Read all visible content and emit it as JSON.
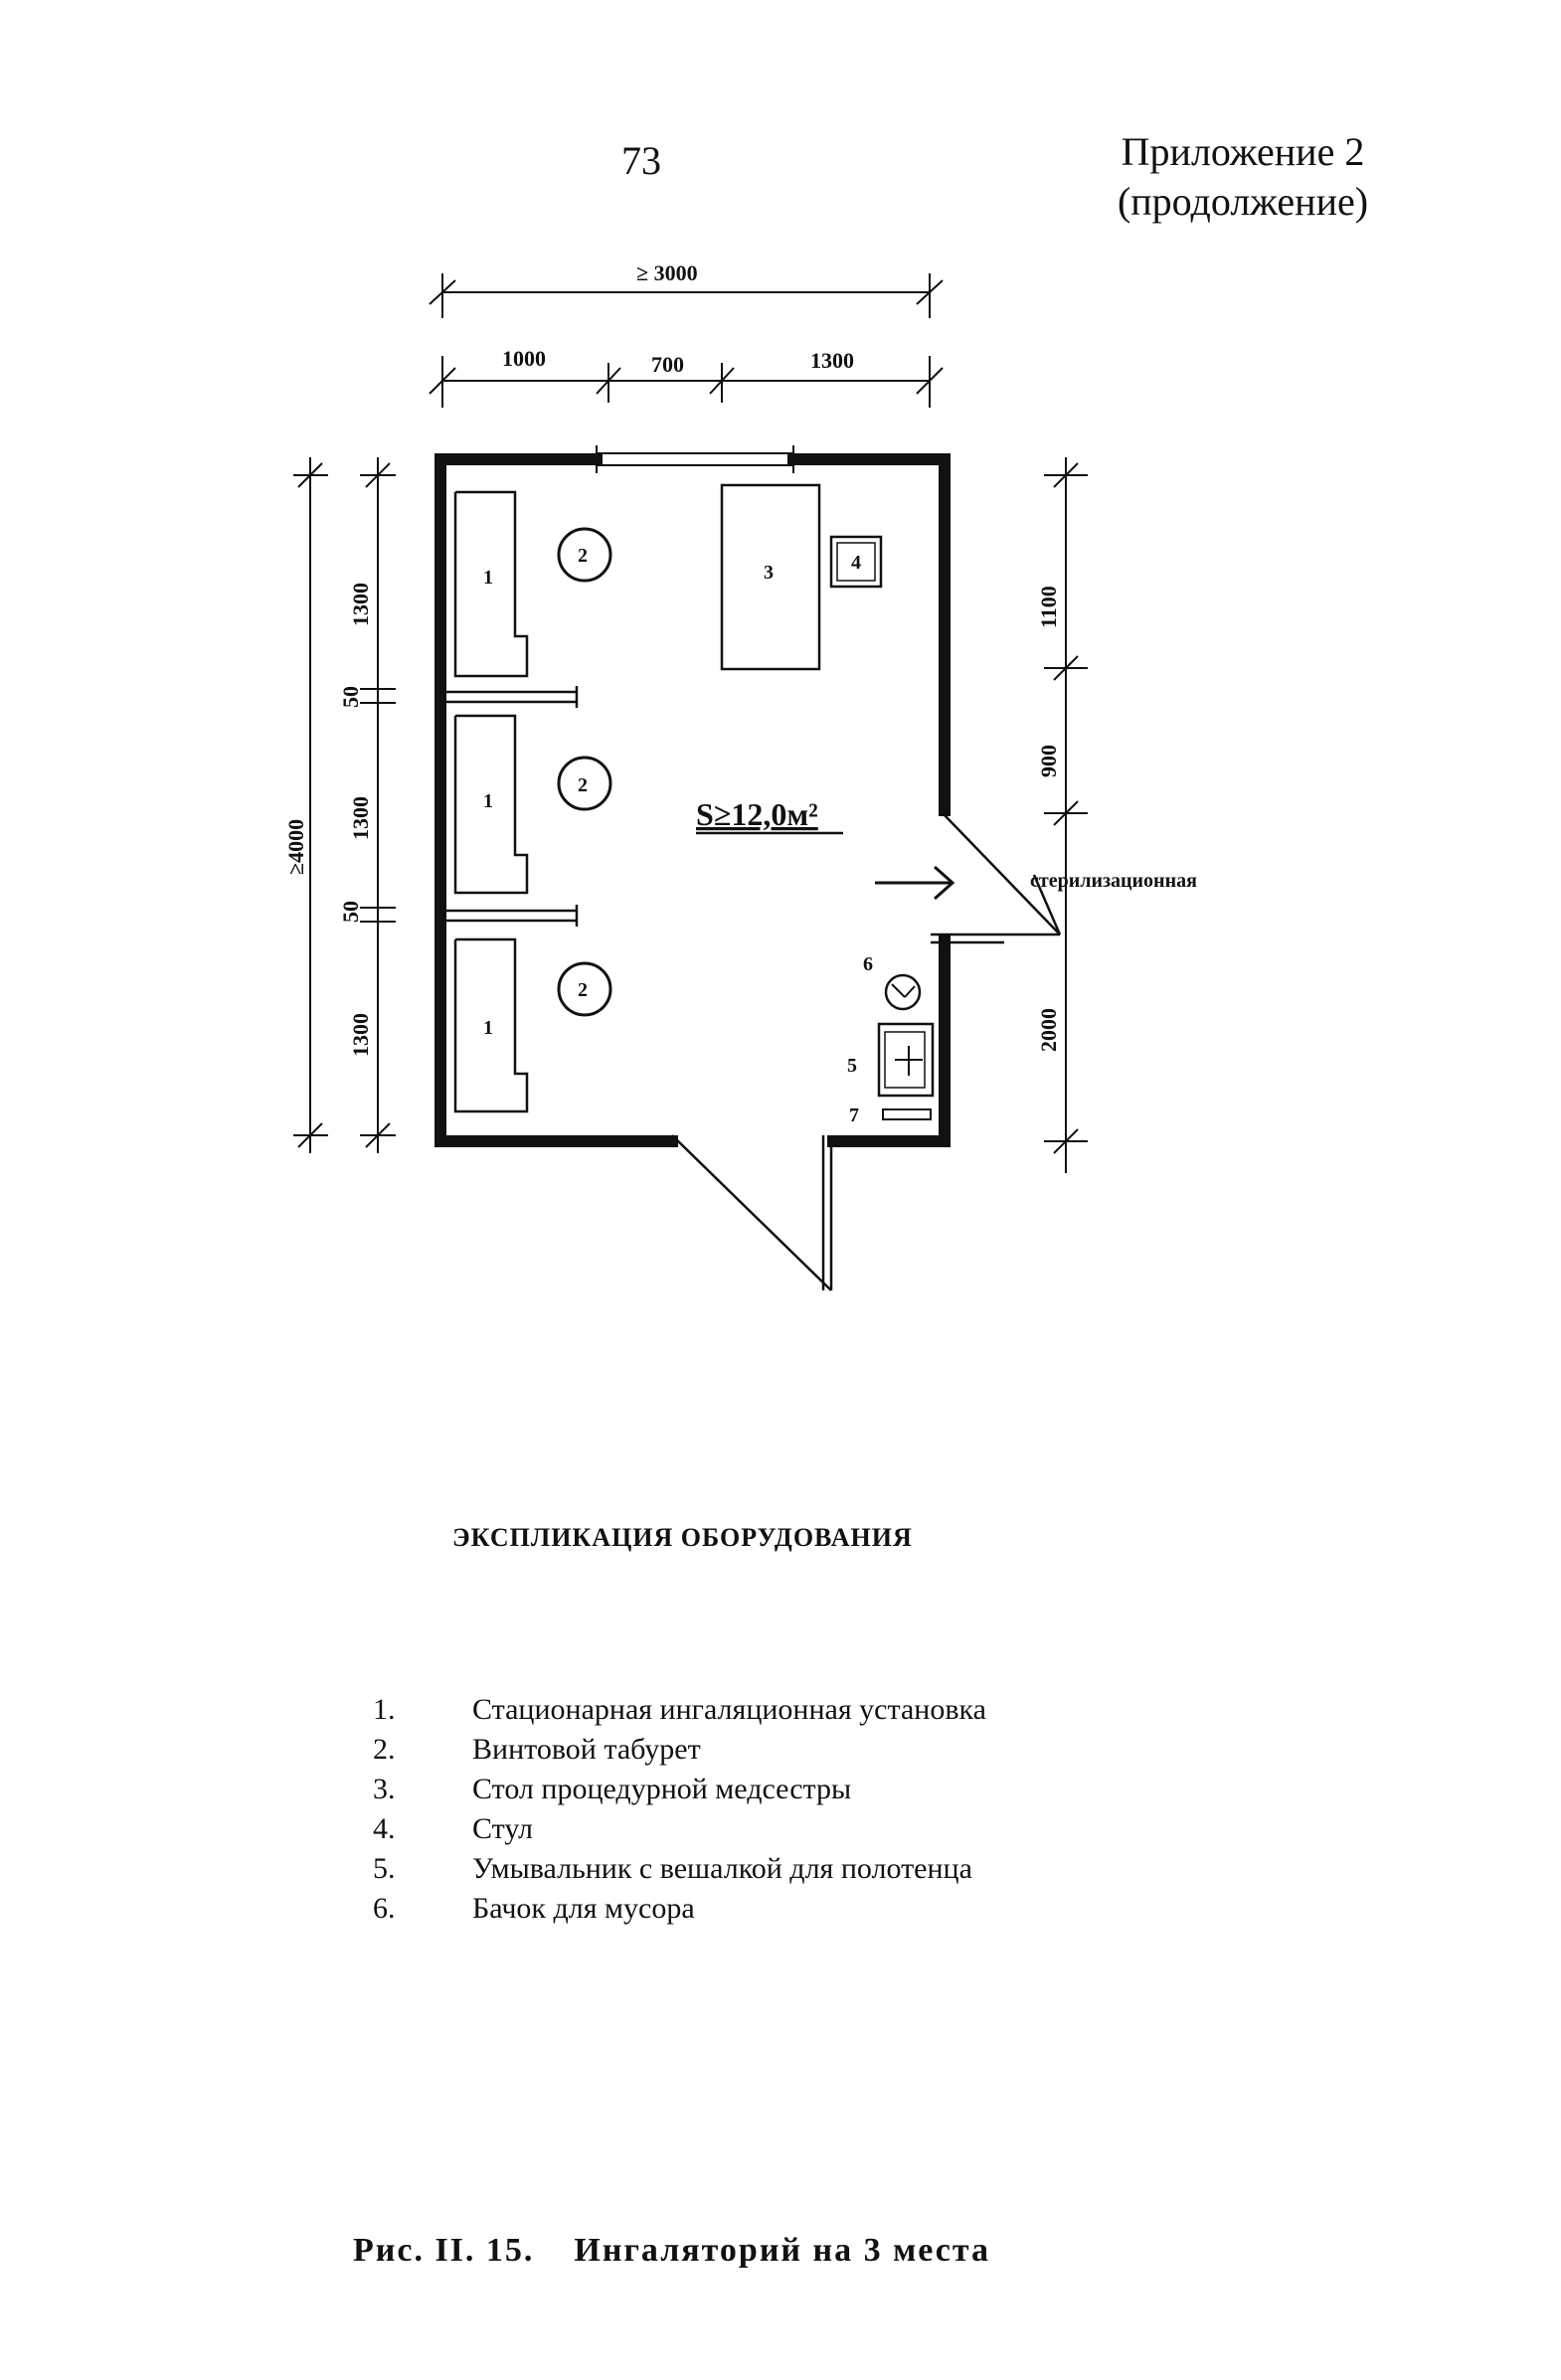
{
  "header": {
    "page_number": "73",
    "appendix_line1": "Приложение 2",
    "appendix_line2": "(продолжение)"
  },
  "plan": {
    "dims_top": {
      "overall": "≥ 3000",
      "seg1": "1000",
      "seg2": "700",
      "seg3": "1300"
    },
    "dims_left": {
      "overall": "≥4000",
      "cell1": "1300",
      "gap1": "50",
      "cell2": "1300",
      "gap2": "50",
      "cell3": "1300"
    },
    "dims_right": {
      "upper": "1100",
      "middle": "900",
      "lower": "2000"
    },
    "area": "S≥12,0м²",
    "adjacent_room": "стерилизационная",
    "labels": {
      "inhaler": "1",
      "stool": "2",
      "table": "3",
      "chair": "4",
      "washbasin": "5",
      "bin": "6",
      "shelf": "7"
    }
  },
  "legend": {
    "title": "ЭКСПЛИКАЦИЯ ОБОРУДОВАНИЯ",
    "items": [
      {
        "num": "1.",
        "text": "Стационарная ингаляционная установка"
      },
      {
        "num": "2.",
        "text": "Винтовой табурет"
      },
      {
        "num": "3.",
        "text": "Стол процедурной медсестры"
      },
      {
        "num": "4.",
        "text": "Стул"
      },
      {
        "num": "5.",
        "text": "Умывальник с вешалкой для полотенца"
      },
      {
        "num": "6.",
        "text": "Бачок для мусора"
      }
    ]
  },
  "caption": {
    "figure": "Рис. II. 15.",
    "title": "Ингаляторий на 3 места"
  }
}
